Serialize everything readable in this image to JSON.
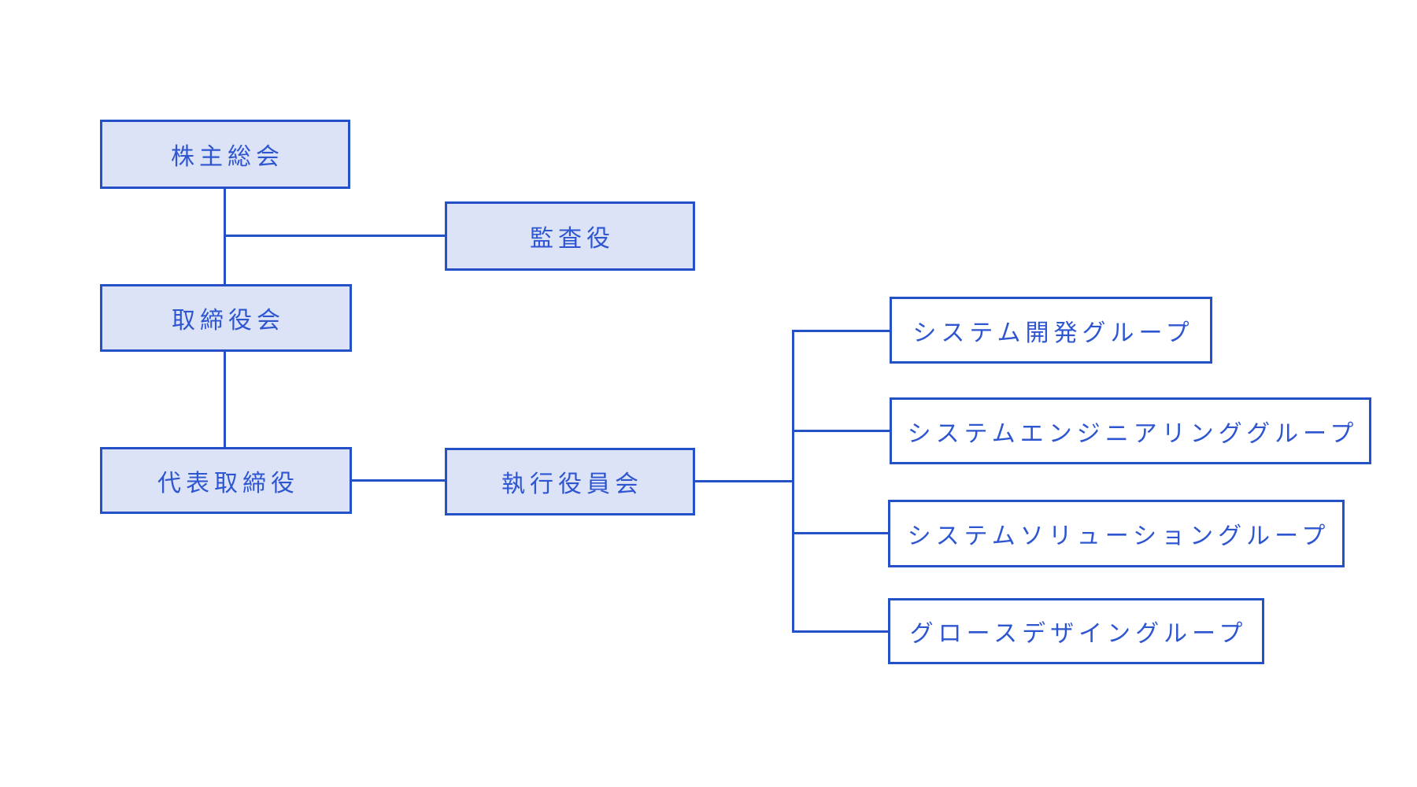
{
  "diagram": {
    "type": "org-chart",
    "nodes": {
      "shareholders": {
        "label": "株主総会",
        "variant": "filled"
      },
      "auditor": {
        "label": "監査役",
        "variant": "filled"
      },
      "board": {
        "label": "取締役会",
        "variant": "filled"
      },
      "representative": {
        "label": "代表取締役",
        "variant": "filled"
      },
      "executive": {
        "label": "執行役員会",
        "variant": "filled"
      },
      "sysdev": {
        "label": "システム開発グループ",
        "variant": "outline"
      },
      "syseng": {
        "label": "システムエンジニアリンググループ",
        "variant": "outline"
      },
      "syssol": {
        "label": "システムソリューショングループ",
        "variant": "outline"
      },
      "growth": {
        "label": "グロースデザイングループ",
        "variant": "outline"
      }
    },
    "edges": [
      {
        "from": "shareholders",
        "to": "board"
      },
      {
        "from": "shareholders",
        "to": "auditor"
      },
      {
        "from": "board",
        "to": "representative"
      },
      {
        "from": "representative",
        "to": "executive"
      },
      {
        "from": "executive",
        "to": "sysdev"
      },
      {
        "from": "executive",
        "to": "syseng"
      },
      {
        "from": "executive",
        "to": "syssol"
      },
      {
        "from": "executive",
        "to": "growth"
      }
    ],
    "colors": {
      "line": "#2450c8",
      "border": "#2450c8",
      "text": "#2e56d0",
      "node_fill_light": "#dce3f7",
      "node_fill_white": "#ffffff",
      "background": "#ffffff"
    }
  }
}
